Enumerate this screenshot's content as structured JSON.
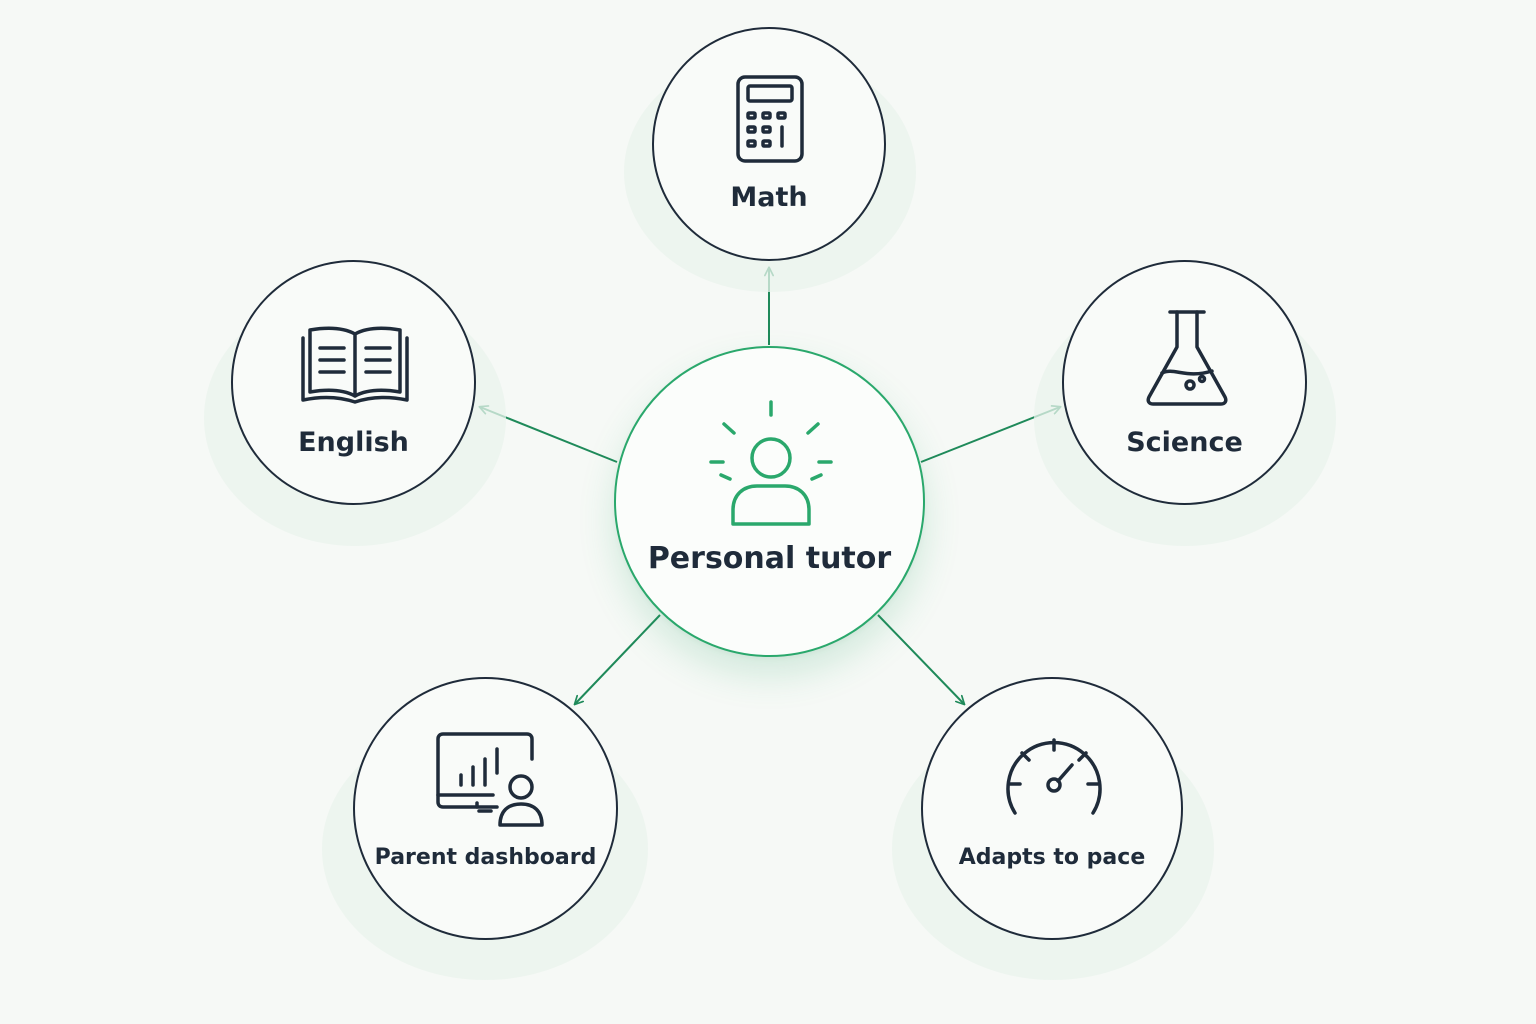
{
  "colors": {
    "background": "#f6f9f6",
    "accent": "#2aa86c",
    "outline": "#1f2b3a",
    "halo": "#e9f3ec"
  },
  "hub": {
    "label": "Personal tutor",
    "icon": "person-idea-icon"
  },
  "spokes": [
    {
      "id": "math",
      "label": "Math",
      "icon": "calculator-icon"
    },
    {
      "id": "english",
      "label": "English",
      "icon": "open-book-icon"
    },
    {
      "id": "science",
      "label": "Science",
      "icon": "flask-icon"
    },
    {
      "id": "parent-dashboard",
      "label": "Parent dashboard",
      "icon": "dashboard-user-icon"
    },
    {
      "id": "adapts-to-pace",
      "label": "Adapts to pace",
      "icon": "speedometer-icon"
    }
  ]
}
